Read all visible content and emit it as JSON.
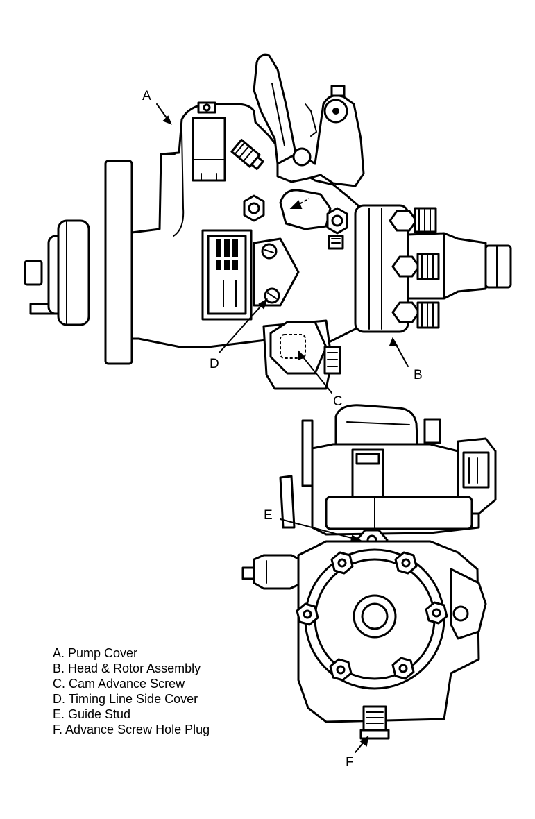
{
  "callouts": {
    "a": "A",
    "b": "B",
    "c": "C",
    "d": "D",
    "e": "E",
    "f": "F"
  },
  "legend": [
    "A. Pump Cover",
    "B. Head & Rotor Assembly",
    "C. Cam Advance Screw",
    "D. Timing Line Side Cover",
    "E. Guide Stud",
    "F. Advance Screw Hole Plug"
  ]
}
